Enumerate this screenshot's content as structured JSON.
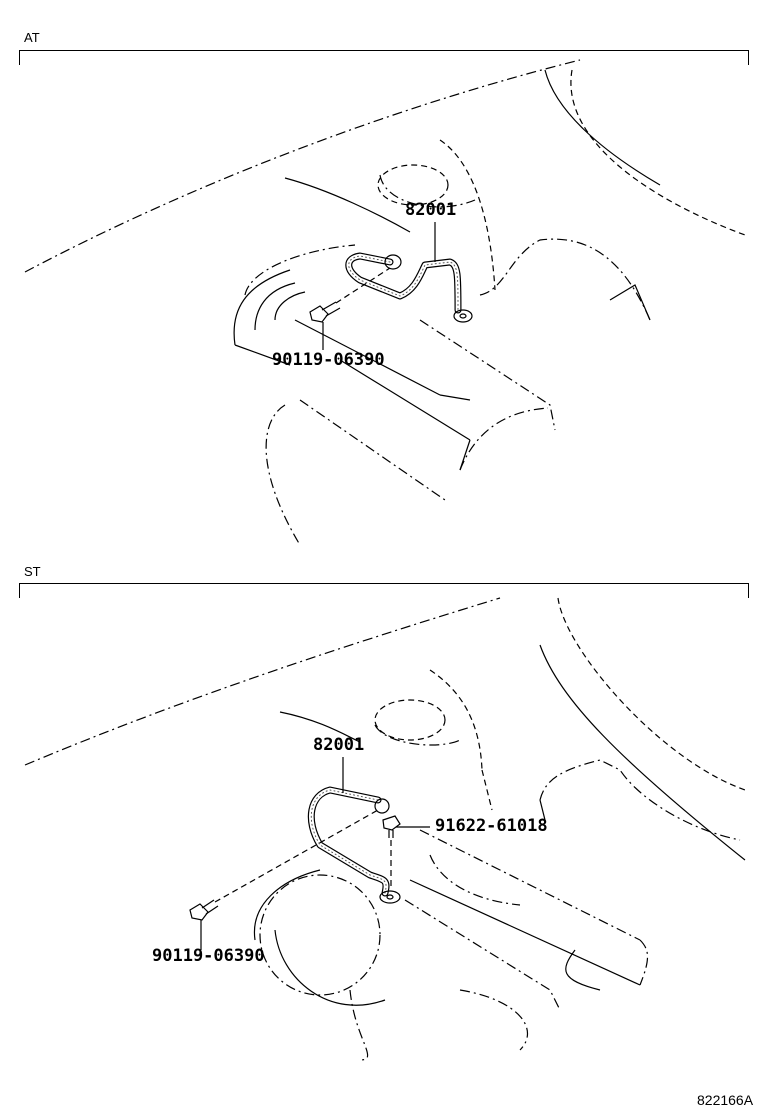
{
  "diagram": {
    "reference_id": "822166A",
    "sections": [
      {
        "label": "AT",
        "parts": [
          {
            "number": "82001"
          },
          {
            "number": "90119-06390"
          }
        ]
      },
      {
        "label": "ST",
        "parts": [
          {
            "number": "82001"
          },
          {
            "number": "91622-61018"
          },
          {
            "number": "90119-06390"
          }
        ]
      }
    ]
  }
}
